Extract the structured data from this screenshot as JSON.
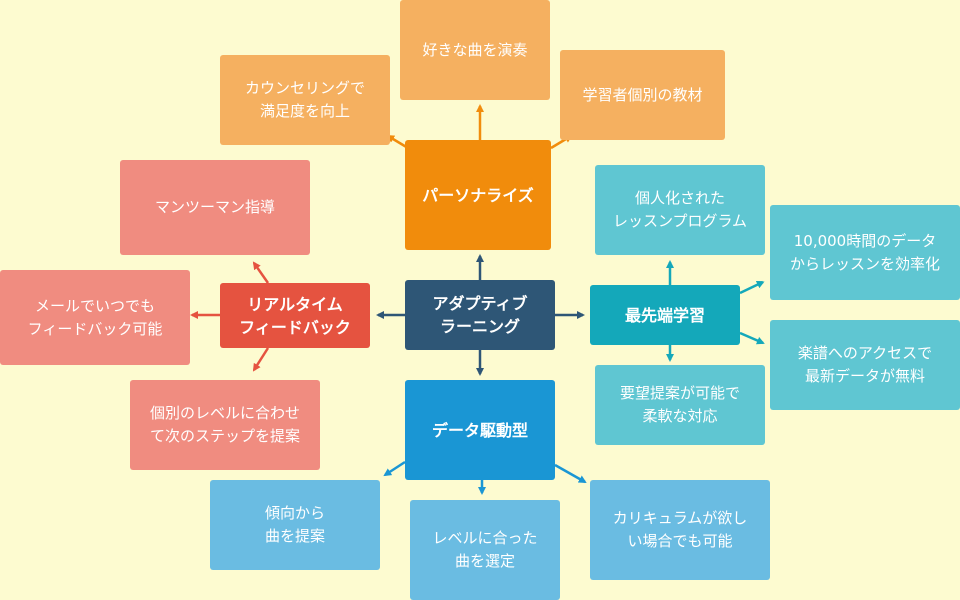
{
  "center": {
    "label": "アダプティブ\nラーニング",
    "color": "#2e5676"
  },
  "branches": {
    "personalize": {
      "hub": "パーソナライズ",
      "items": [
        "好きな曲を演奏",
        "カウンセリングで\n満足度を向上",
        "学習者個別の教材"
      ],
      "hub_color": "#f18c0c",
      "item_color": "#f5b060"
    },
    "realtime": {
      "hub": "リアルタイム\nフィードバック",
      "items": [
        "マンツーマン指導",
        "メールでいつでも\nフィードバック可能",
        "個別のレベルに合わせ\nて次のステップを提案"
      ],
      "hub_color": "#e55340",
      "item_color": "#f08c80"
    },
    "data_driven": {
      "hub": "データ駆動型",
      "items": [
        "傾向から\n曲を提案",
        "レベルに合った\n曲を選定",
        "カリキュラムが欲し\nい場合でも可能"
      ],
      "hub_color": "#1a96d4",
      "item_color": "#6abce2"
    },
    "cutting_edge": {
      "hub": "最先端学習",
      "items": [
        "個人化された\nレッスンプログラム",
        "10,000時間のデータ\nからレッスンを効率化",
        "楽譜へのアクセスで\n最新データが無料",
        "要望提案が可能で\n柔軟な対応"
      ],
      "hub_color": "#14a8ba",
      "item_color": "#5fc6d2"
    }
  },
  "colors": {
    "background": "#fdfbd0",
    "arrow": "#2e5676"
  }
}
